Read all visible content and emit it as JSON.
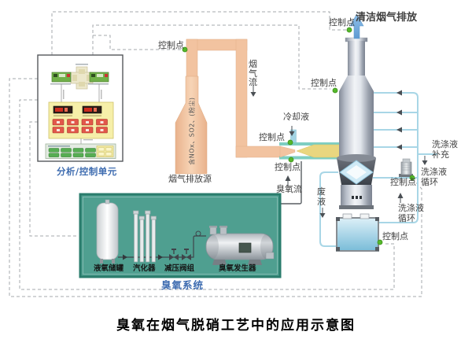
{
  "title": "臭氧在烟气脱硝工艺中的应用示意图",
  "labels": {
    "control_point": "控制点",
    "clean_flue_gas": "清洁烟气排放",
    "flue_gas_flow": "烟气流",
    "coolant": "冷却液",
    "ozone_flow": "臭氧流",
    "flue_gas_source": "烟气排放源",
    "flue_gas_composition": "含NOx、SO2、(粉尘)",
    "analysis_control_unit": "分析/控制单元",
    "ozone_system": "臭氧系统",
    "liquid_oxygen_tank": "液氧储罐",
    "vaporizer": "汽化器",
    "pressure_reducing_valves": "减压阀组",
    "ozone_generator": "臭氧发生器",
    "waste_liquid": "废液",
    "wash_liquid_makeup": "洗涤液补充",
    "wash_liquid_cycle": "洗涤液循环"
  },
  "colors": {
    "control_point_dot": "#55b82a",
    "flue_pipe": "#f2c3a0",
    "venturi_yellow": "#e9d67f",
    "cooling_jacket_teal": "#7ecec2",
    "wash_pipe_blue": "#a8d6e6",
    "ozone_system_box": "#4f9f90",
    "ozone_system_border": "#2a7c6c",
    "section_label_blue": "#3e6cb0",
    "label_gray": "#3f3f3f",
    "clean_gas_arrow": "#8fc0ea"
  }
}
